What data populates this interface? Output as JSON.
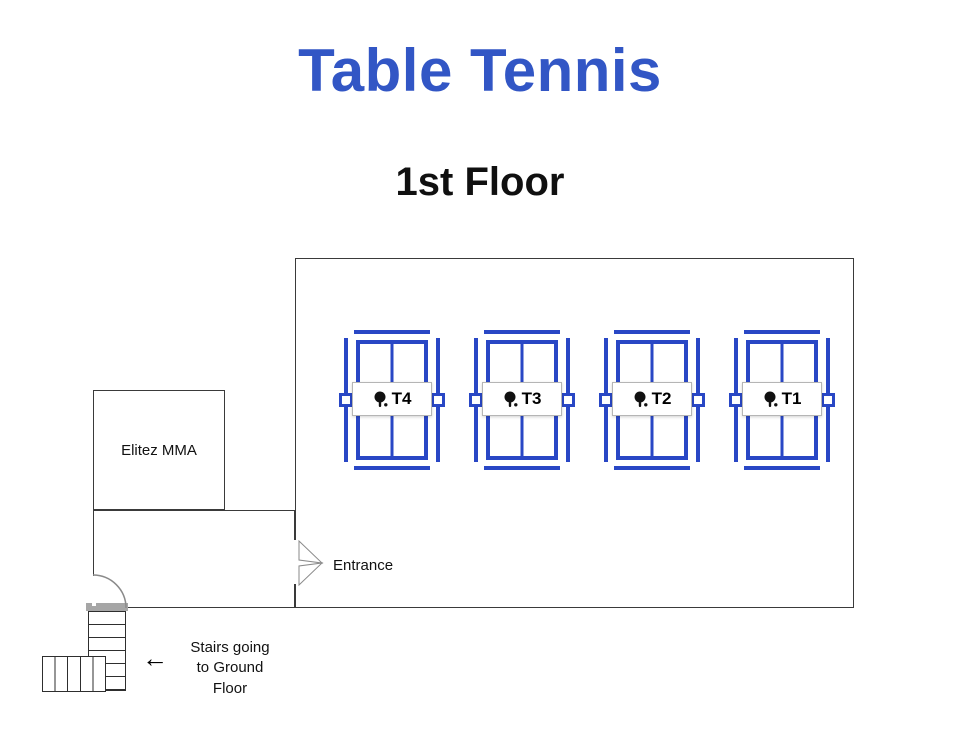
{
  "title": "Table Tennis",
  "subtitle": "1st Floor",
  "colors": {
    "title_blue": "#3256c5",
    "table_blue": "#2947c5"
  },
  "tables": [
    {
      "label": "T4"
    },
    {
      "label": "T3"
    },
    {
      "label": "T2"
    },
    {
      "label": "T1"
    }
  ],
  "labels": {
    "mma_room": "Elitez MMA",
    "entrance": "Entrance",
    "stairs_arrow": "←",
    "stairs_lines": [
      "Stairs going",
      "to Ground",
      "Floor"
    ]
  }
}
